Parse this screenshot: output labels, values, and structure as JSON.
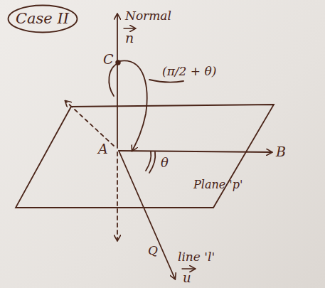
{
  "diagram": {
    "nodes": [
      {
        "text": [
          "Case II"
        ]
      }
    ],
    "labels": [
      "Normal",
      "n",
      "C",
      "(π/2 + θ)",
      "A",
      "B",
      "θ",
      "Plane 'p'",
      "Q",
      "line 'l'",
      "u"
    ]
  }
}
